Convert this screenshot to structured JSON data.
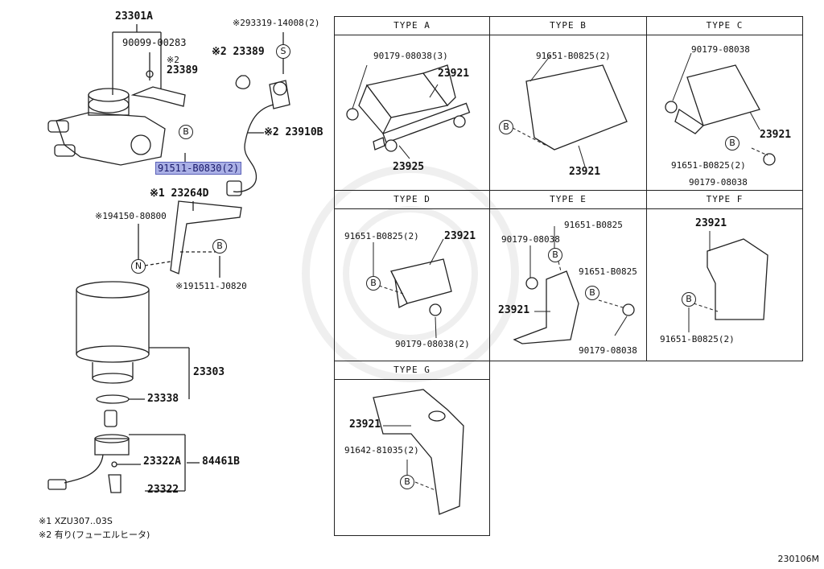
{
  "left": {
    "p23301A": "23301A",
    "p90099": "90099-00283",
    "p23389a_mark": "※2",
    "p23389a": "23389",
    "p93319": "※293319-14008(2)",
    "p23389b": "※2 23389",
    "p23910B": "※2 23910B",
    "p91511_hl": "91511-B0830(2)",
    "p23264D": "※1 23264D",
    "p194150": "※194150-80800",
    "p191511": "※191511-J0820",
    "p23303": "23303",
    "p23338": "23338",
    "p23322A": "23322A",
    "p84461B": "84461B",
    "p23322": "23322",
    "sym_S": "S",
    "sym_B": "B",
    "sym_N": "N"
  },
  "notes": {
    "n1": "※1 XZU307..03S",
    "n2": "※2 有り(フューエルヒータ)"
  },
  "types": {
    "A": {
      "title": "TYPE A",
      "l1": "90179-08038(3)",
      "l2": "23921",
      "l3": "23925"
    },
    "B": {
      "title": "TYPE B",
      "l1": "91651-B0825(2)",
      "l2": "23921"
    },
    "C": {
      "title": "TYPE C",
      "l1": "90179-08038",
      "l2": "23921",
      "l3": "91651-B0825(2)",
      "l4": "90179-08038"
    },
    "D": {
      "title": "TYPE D",
      "l1": "91651-B0825(2)",
      "l2": "23921",
      "l3": "90179-08038(2)"
    },
    "E": {
      "title": "TYPE E",
      "l1": "91651-B0825",
      "l2": "90179-08038",
      "l3": "91651-B0825",
      "l4": "23921",
      "l5": "90179-08038"
    },
    "F": {
      "title": "TYPE F",
      "l1": "23921",
      "l2": "91651-B0825(2)"
    },
    "G": {
      "title": "TYPE G",
      "l1": "23921",
      "l2": "91642-81035(2)"
    }
  },
  "footer_code": "230106M"
}
